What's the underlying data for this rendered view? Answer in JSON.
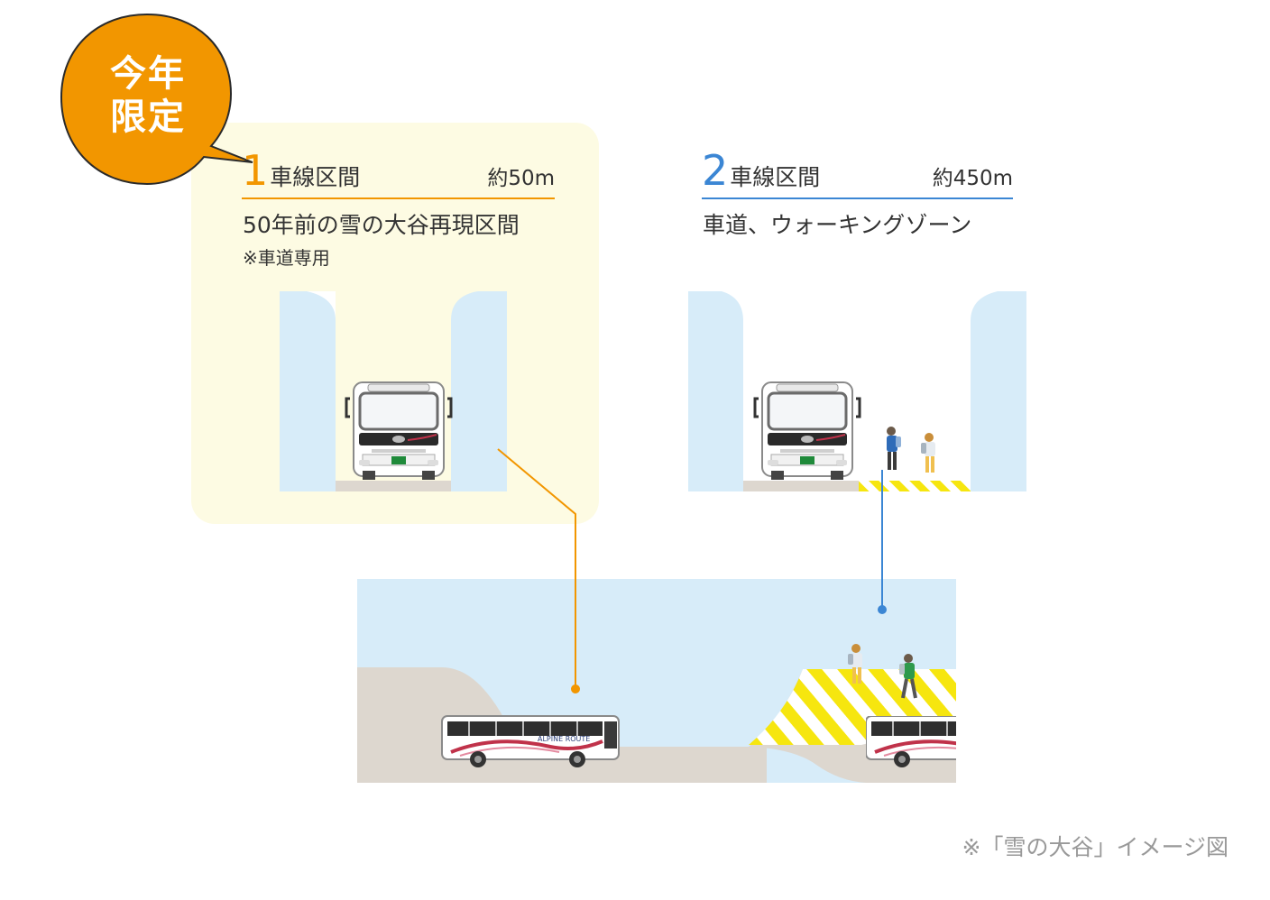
{
  "badge": {
    "line1": "今年",
    "line2": "限定"
  },
  "section1": {
    "number": "1",
    "title": "車線区間",
    "length": "約50m",
    "description": "50年前の雪の大谷再現区間",
    "note": "※車道専用"
  },
  "section2": {
    "number": "2",
    "title": "車線区間",
    "length": "約450m",
    "description": "車道、ウォーキングゾーン"
  },
  "bus_side_text": "ALPINE ROUTE",
  "caption": "※「雪の大谷」イメージ図",
  "colors": {
    "accent_orange": "#f29600",
    "accent_blue": "#3b86d4",
    "snow": "#d7ecf9",
    "road": "#ddd7cf",
    "hatch": "#f6e60f",
    "highlight_bg": "#fdfbe3"
  }
}
